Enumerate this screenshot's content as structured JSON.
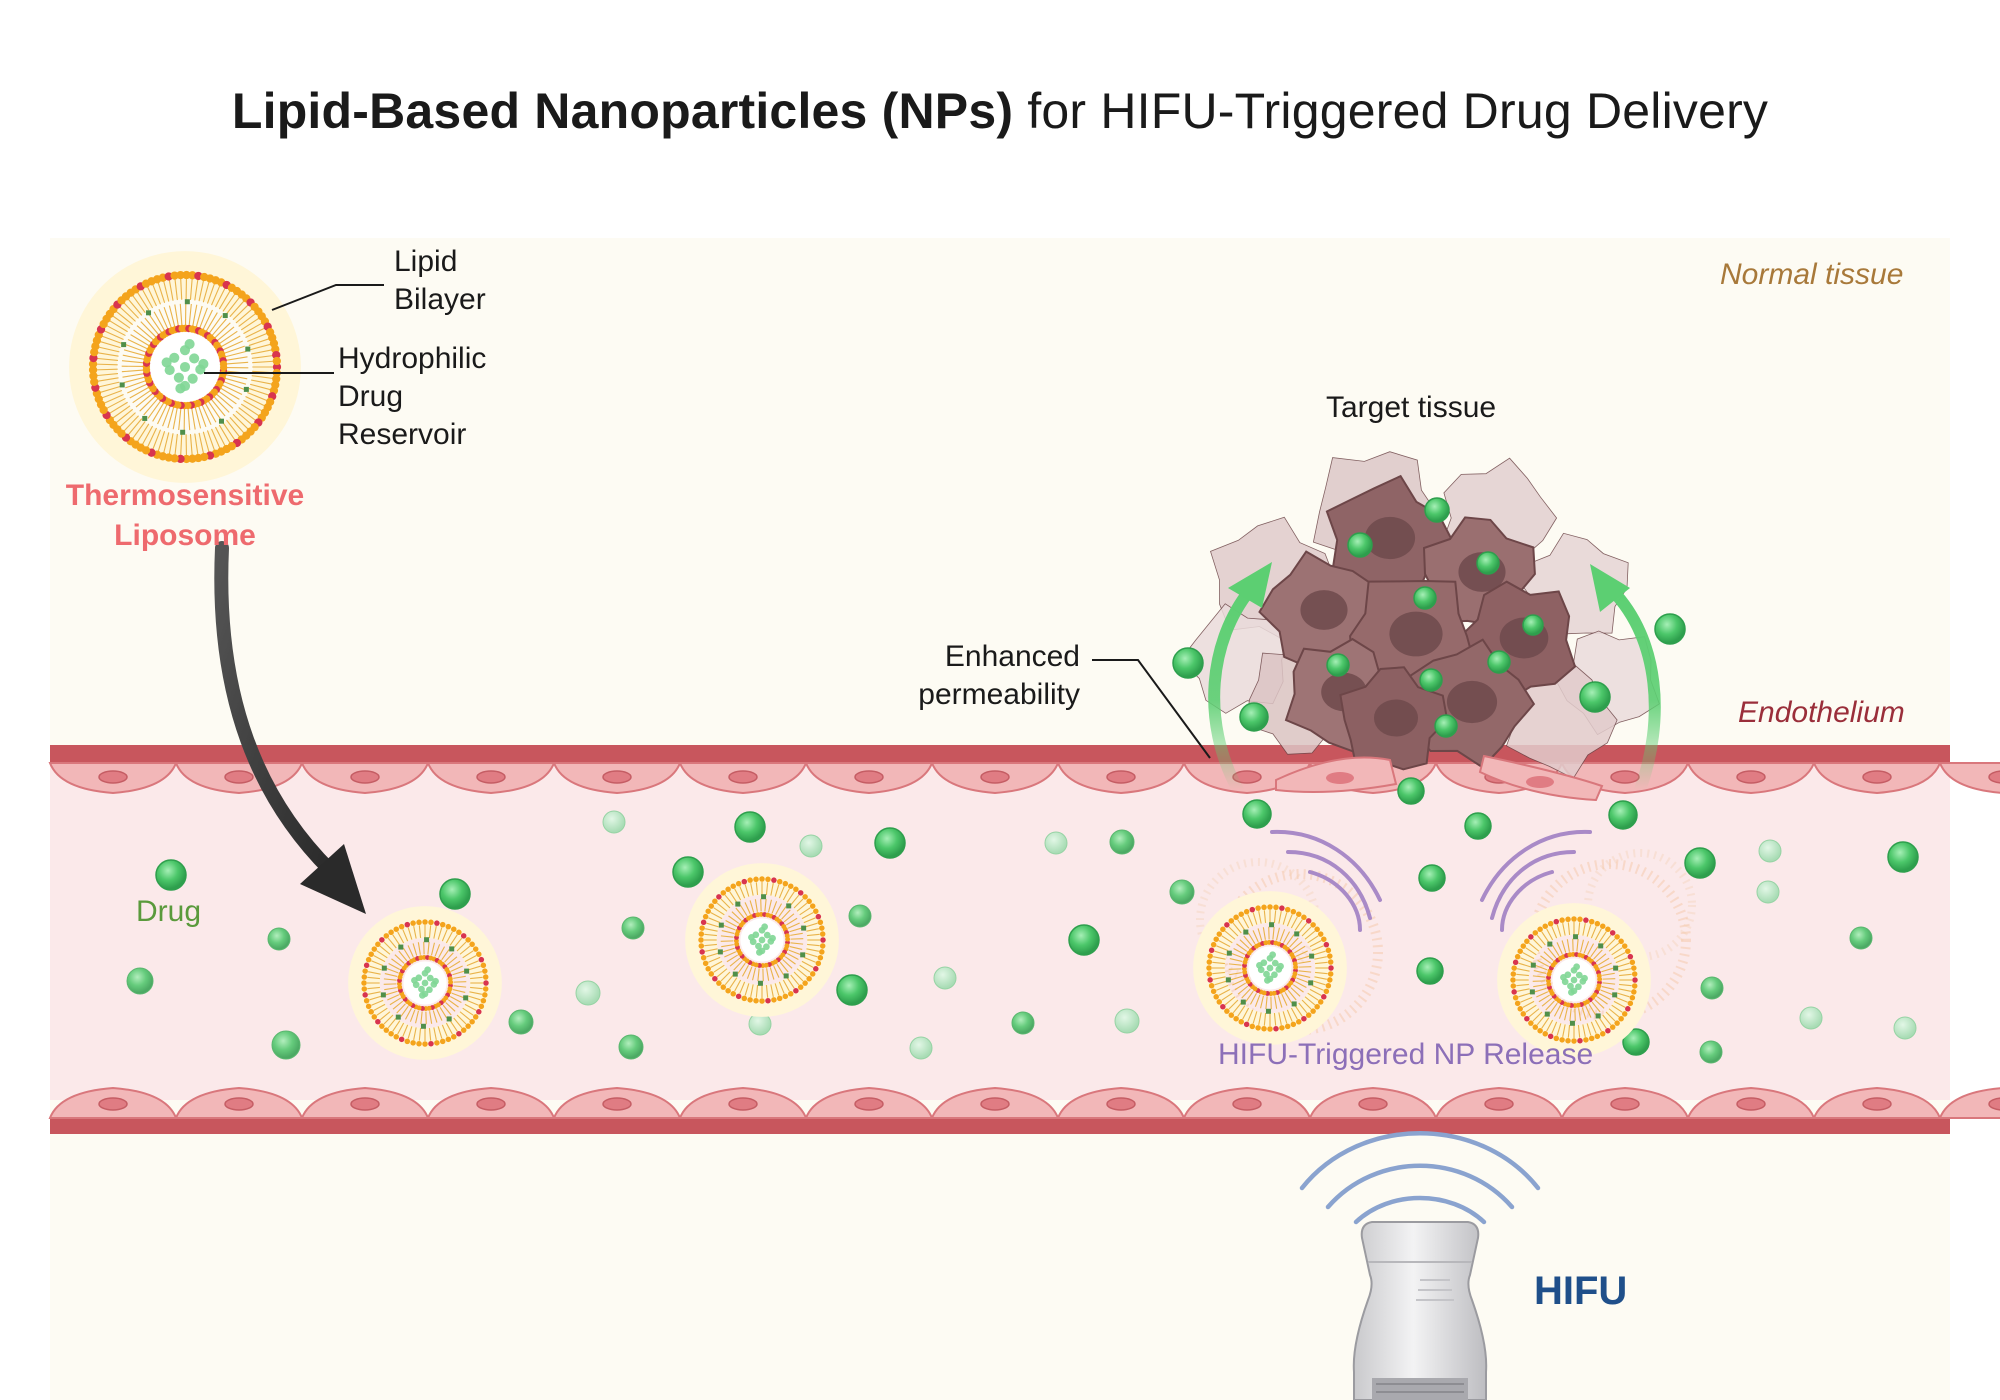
{
  "title": {
    "bold": "Lipid-Based Nanoparticles (NPs)",
    "regular": "for HIFU-Triggered Drug Delivery"
  },
  "labels": {
    "lipid_bilayer": [
      "Lipid",
      "Bilayer"
    ],
    "hydrophilic_drug_reservoir": [
      "Hydrophilic",
      "Drug",
      "Reservoir"
    ],
    "thermosensitive_liposome": [
      "Thermosensitive",
      "Liposome"
    ],
    "normal_tissue": "Normal tissue",
    "target_tissue": "Target tissue",
    "enhanced_permeability": [
      "Enhanced",
      "permeability"
    ],
    "endothelium": "Endothelium",
    "drug": "Drug",
    "hifu_release": "HIFU-Triggered NP Release",
    "hifu": "HIFU"
  },
  "colors": {
    "background_tissue": "#fdfbf3",
    "vessel_lumen": "#fbe9ea",
    "vessel_wall": "#c8565d",
    "endothelial_cell": "#f2b7b8",
    "drug_particle": "#4cc76a",
    "liposome_head_red": "#d8344f",
    "liposome_head_orange": "#f4a41c",
    "tumor": "#9c6f70",
    "arrow_green": "#5ccf72",
    "hifu_wave_purple": "#a98ac7",
    "hifu_wave_blue": "#8aa3cf",
    "hifu_text": "#1f4f8a",
    "normal_tissue_text": "#a8793a",
    "endothelium_text": "#9a2e3a",
    "liposome_label": "#ee6a6e",
    "release_text": "#8c6fb8",
    "drug_text": "#5a9a3c"
  },
  "icons": [
    "liposome-icon",
    "tumor-cluster-icon",
    "hifu-transducer-icon",
    "ultrasound-wave-icon",
    "drug-particle-icon",
    "endothelial-cell-icon"
  ]
}
